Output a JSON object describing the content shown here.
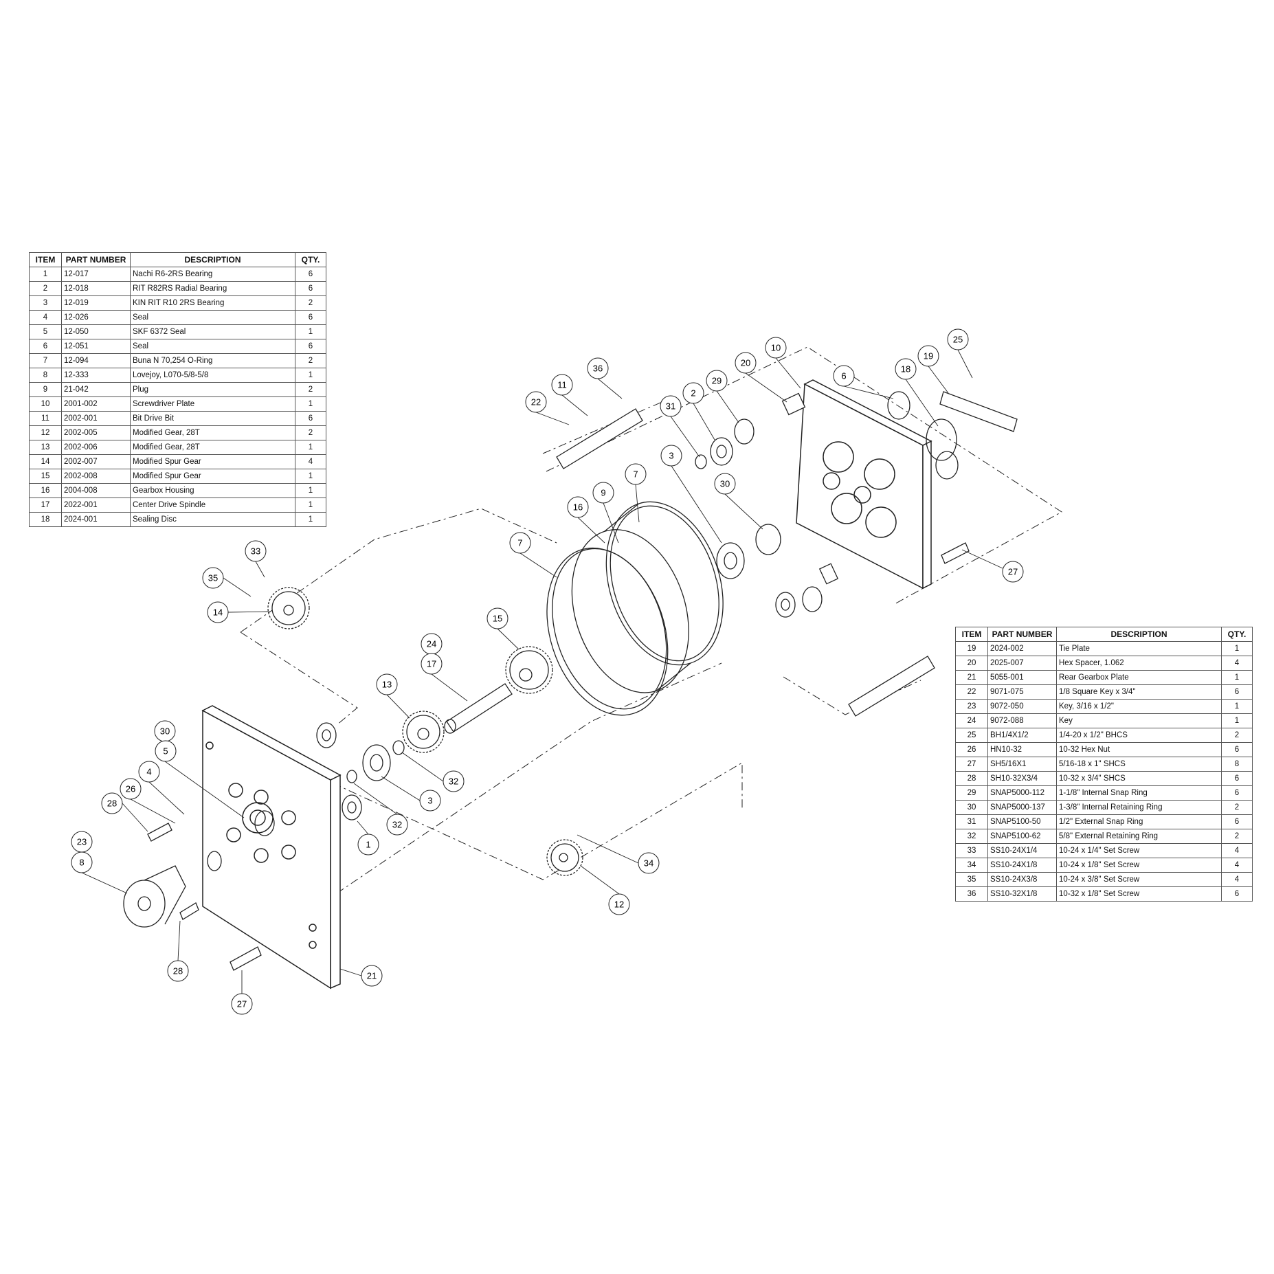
{
  "bom_left": {
    "headers": {
      "item": "ITEM",
      "part_number": "PART NUMBER",
      "description": "DESCRIPTION",
      "qty": "QTY."
    },
    "rows": [
      {
        "item": "1",
        "part_number": "12-017",
        "description": "Nachi R6-2RS Bearing",
        "qty": "6"
      },
      {
        "item": "2",
        "part_number": "12-018",
        "description": "RIT R82RS Radial Bearing",
        "qty": "6"
      },
      {
        "item": "3",
        "part_number": "12-019",
        "description": "KIN RIT R10 2RS Bearing",
        "qty": "2"
      },
      {
        "item": "4",
        "part_number": "12-026",
        "description": "Seal",
        "qty": "6"
      },
      {
        "item": "5",
        "part_number": "12-050",
        "description": "SKF 6372 Seal",
        "qty": "1"
      },
      {
        "item": "6",
        "part_number": "12-051",
        "description": "Seal",
        "qty": "6"
      },
      {
        "item": "7",
        "part_number": "12-094",
        "description": "Buna N 70,254 O-Ring",
        "qty": "2"
      },
      {
        "item": "8",
        "part_number": "12-333",
        "description": "Lovejoy, L070-5/8-5/8",
        "qty": "1"
      },
      {
        "item": "9",
        "part_number": "21-042",
        "description": "Plug",
        "qty": "2"
      },
      {
        "item": "10",
        "part_number": "2001-002",
        "description": "Screwdriver Plate",
        "qty": "1"
      },
      {
        "item": "11",
        "part_number": "2002-001",
        "description": "Bit Drive Bit",
        "qty": "6"
      },
      {
        "item": "12",
        "part_number": "2002-005",
        "description": "Modified Gear, 28T",
        "qty": "2"
      },
      {
        "item": "13",
        "part_number": "2002-006",
        "description": "Modified Gear, 28T",
        "qty": "1"
      },
      {
        "item": "14",
        "part_number": "2002-007",
        "description": "Modified Spur Gear",
        "qty": "4"
      },
      {
        "item": "15",
        "part_number": "2002-008",
        "description": "Modified Spur Gear",
        "qty": "1"
      },
      {
        "item": "16",
        "part_number": "2004-008",
        "description": "Gearbox Housing",
        "qty": "1"
      },
      {
        "item": "17",
        "part_number": "2022-001",
        "description": "Center Drive Spindle",
        "qty": "1"
      },
      {
        "item": "18",
        "part_number": "2024-001",
        "description": "Sealing Disc",
        "qty": "1"
      }
    ]
  },
  "bom_right": {
    "headers": {
      "item": "ITEM",
      "part_number": "PART NUMBER",
      "description": "DESCRIPTION",
      "qty": "QTY."
    },
    "rows": [
      {
        "item": "19",
        "part_number": "2024-002",
        "description": "Tie Plate",
        "qty": "1"
      },
      {
        "item": "20",
        "part_number": "2025-007",
        "description": "Hex Spacer, 1.062",
        "qty": "4"
      },
      {
        "item": "21",
        "part_number": "5055-001",
        "description": "Rear Gearbox Plate",
        "qty": "1"
      },
      {
        "item": "22",
        "part_number": "9071-075",
        "description": "1/8 Square Key x 3/4\"",
        "qty": "6"
      },
      {
        "item": "23",
        "part_number": "9072-050",
        "description": "Key, 3/16 x 1/2\"",
        "qty": "1"
      },
      {
        "item": "24",
        "part_number": "9072-088",
        "description": "Key",
        "qty": "1"
      },
      {
        "item": "25",
        "part_number": "BH1/4X1/2",
        "description": "1/4-20 x 1/2\" BHCS",
        "qty": "2"
      },
      {
        "item": "26",
        "part_number": "HN10-32",
        "description": "10-32 Hex Nut",
        "qty": "6"
      },
      {
        "item": "27",
        "part_number": "SH5/16X1",
        "description": "5/16-18 x 1\" SHCS",
        "qty": "8"
      },
      {
        "item": "28",
        "part_number": "SH10-32X3/4",
        "description": "10-32 x 3/4\" SHCS",
        "qty": "6"
      },
      {
        "item": "29",
        "part_number": "SNAP5000-112",
        "description": "1-1/8\" Internal Snap Ring",
        "qty": "6"
      },
      {
        "item": "30",
        "part_number": "SNAP5000-137",
        "description": "1-3/8\" Internal Retaining Ring",
        "qty": "2"
      },
      {
        "item": "31",
        "part_number": "SNAP5100-50",
        "description": "1/2\" External Snap Ring",
        "qty": "6"
      },
      {
        "item": "32",
        "part_number": "SNAP5100-62",
        "description": "5/8\" External Retaining Ring",
        "qty": "2"
      },
      {
        "item": "33",
        "part_number": "SS10-24X1/4",
        "description": "10-24 x 1/4\" Set Screw",
        "qty": "4"
      },
      {
        "item": "34",
        "part_number": "SS10-24X1/8",
        "description": "10-24 x 1/8\" Set Screw",
        "qty": "4"
      },
      {
        "item": "35",
        "part_number": "SS10-24X3/8",
        "description": "10-24 x 3/8\" Set Screw",
        "qty": "4"
      },
      {
        "item": "36",
        "part_number": "SS10-32X1/8",
        "description": "10-32 x 1/8\" Set Screw",
        "qty": "6"
      }
    ]
  },
  "callouts": [
    "22",
    "11",
    "36",
    "31",
    "2",
    "29",
    "20",
    "10",
    "6",
    "18",
    "19",
    "25",
    "3",
    "7",
    "30",
    "9",
    "16",
    "7",
    "27",
    "33",
    "35",
    "14",
    "15",
    "24",
    "17",
    "13",
    "30",
    "5",
    "4",
    "26",
    "28",
    "23",
    "8",
    "32",
    "3",
    "32",
    "1",
    "34",
    "12",
    "28",
    "21",
    "27"
  ]
}
